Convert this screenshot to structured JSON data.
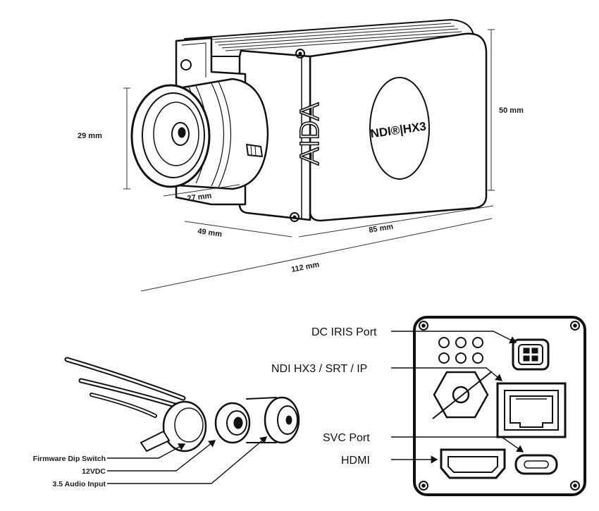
{
  "camera": {
    "brand": "AIDA",
    "badge": "NDI®|HX3"
  },
  "dimensions": {
    "lens_diameter": "29 mm",
    "lens_depth": "27 mm",
    "width": "49 mm",
    "body_length": "85 mm",
    "total_length": "112 mm",
    "height": "50 mm"
  },
  "back_panel": {
    "dc_iris_port": "DC IRIS Port",
    "network_port": "NDI HX3 / SRT / IP",
    "svc_port": "SVC Port",
    "hdmi": "HDMI"
  },
  "cable": {
    "firmware_dip_switch": "Firmware Dip Switch",
    "power": "12VDC",
    "audio_input": "3.5 Audio Input"
  }
}
